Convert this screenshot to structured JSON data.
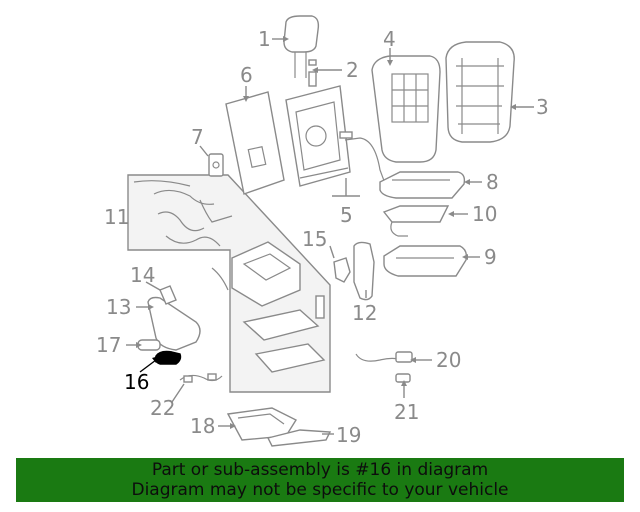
{
  "callouts": [
    "1",
    "2",
    "3",
    "4",
    "5",
    "6",
    "7",
    "8",
    "9",
    "10",
    "11",
    "12",
    "13",
    "14",
    "15",
    "16",
    "17",
    "18",
    "19",
    "20",
    "21",
    "22"
  ],
  "highlighted_part": "16",
  "colors": {
    "line": "#8a8a8a",
    "highlight": "#000000",
    "banner_bg": "#1a7a12",
    "banner_text": "#0d0d0d",
    "group_box": "#f2f2f2"
  },
  "banner": {
    "line1": "Part or sub-assembly is #16 in diagram",
    "line2": "Diagram may not be specific to your vehicle"
  }
}
